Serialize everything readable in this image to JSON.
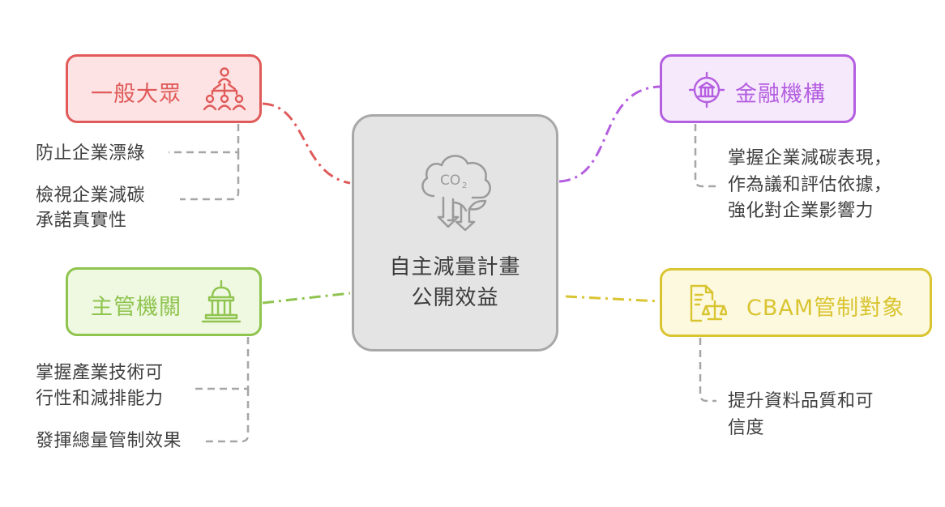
{
  "center": {
    "title_line1": "自主減量計畫",
    "title_line2": "公開效益",
    "icon": "co2-cloud-icon"
  },
  "branches": {
    "public": {
      "label": "一般大眾",
      "color": "#e05a5a",
      "fill": "#fde3e3",
      "icon": "people-hierarchy-icon",
      "items": [
        "防止企業漂綠",
        "檢視企業減碳",
        "承諾真實性"
      ]
    },
    "finance": {
      "label": "金融機構",
      "color": "#b45ee0",
      "fill": "#f6e9fc",
      "icon": "bank-target-icon",
      "items": [
        "掌握企業減碳表現，",
        "作為議和評估依據，",
        "強化對企業影響力"
      ]
    },
    "authority": {
      "label": "主管機關",
      "color": "#8fc44f",
      "fill": "#eff8e1",
      "icon": "government-building-icon",
      "items": [
        "掌握產業技術可",
        "行性和減排能力",
        "發揮總量管制效果"
      ]
    },
    "cbam": {
      "label": "CBAM管制對象",
      "color": "#d9c431",
      "fill": "#fdf9df",
      "icon": "document-scale-icon",
      "items": [
        "提升資料品質和可",
        "信度"
      ]
    }
  }
}
